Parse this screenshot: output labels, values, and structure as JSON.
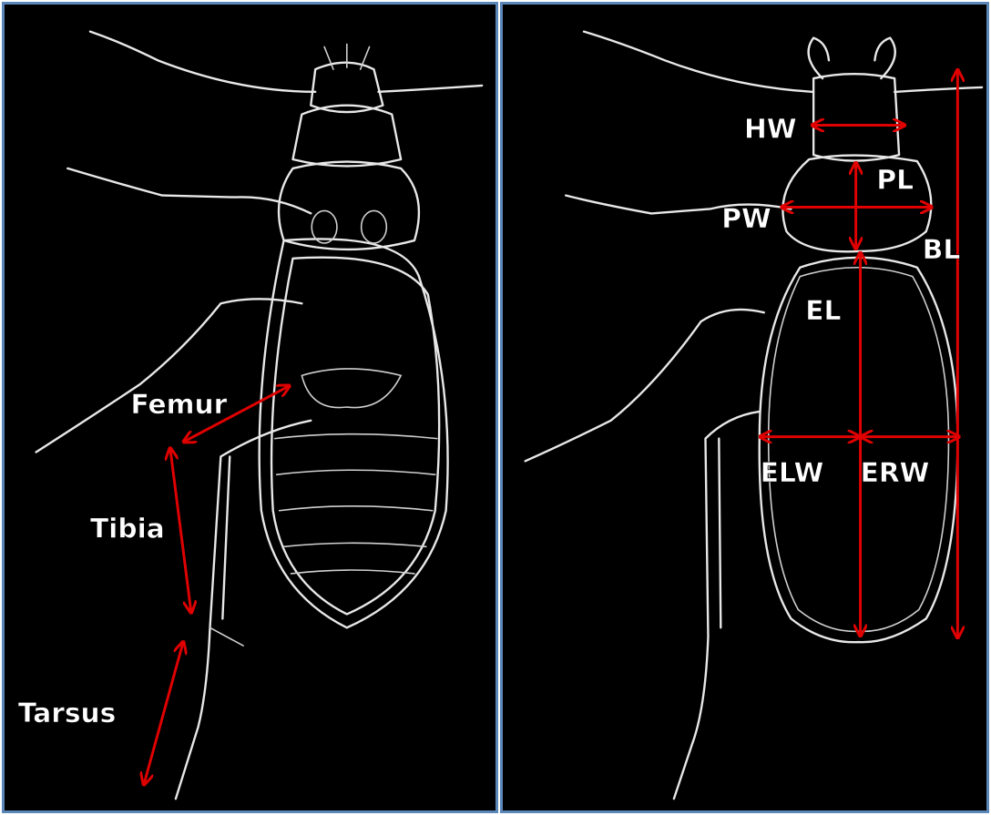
{
  "left_panel": {
    "labels": {
      "femur": "Femur",
      "tibia": "Tibia",
      "tarsus": "Tarsus"
    }
  },
  "right_panel": {
    "labels": {
      "hw": "HW",
      "pl": "PL",
      "pw": "PW",
      "bl": "BL",
      "el": "EL",
      "elw": "ELW",
      "erw": "ERW"
    }
  },
  "colors": {
    "background": "#000000",
    "outline": "#e8e8e8",
    "arrow": "#e00000",
    "label": "#ffffff",
    "panel_border": "#5b86b8"
  }
}
